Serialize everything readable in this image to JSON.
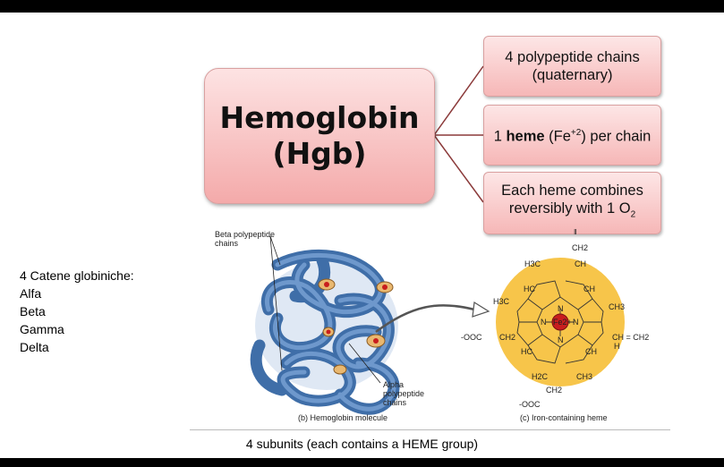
{
  "main": {
    "title_line1": "Hemoglobin",
    "title_line2": "(Hgb)"
  },
  "boxes": {
    "box1_line1": "4 polypeptide chains",
    "box1_line2": "(quaternary)",
    "box2_pre": "1 ",
    "box2_bold": "heme",
    "box2_mid": " (Fe",
    "box2_sup": "+2",
    "box2_post": ") per chain",
    "box3_line1": "Each heme combines",
    "box3_line2_pre": "reversibly with 1 O",
    "box3_sub": "2"
  },
  "left_list": {
    "heading": "4 Catene globiniche:",
    "items": [
      "Alfa",
      "Beta",
      "Gamma",
      "Delta"
    ]
  },
  "figure": {
    "beta_label_line1": "Beta polypeptide",
    "beta_label_line2": "chains",
    "alpha_label_line1": "Alpha",
    "alpha_label_line2": "polypeptide",
    "alpha_label_line3": "chains",
    "caption_b": "(b) Hemoglobin molecule",
    "caption_c": "(c) Iron-containing heme",
    "heme_labels": {
      "ch2_top": "CH2",
      "h3c_top": "H3C",
      "ch_top": "CH",
      "hc_left": "HC",
      "ch_right": "CH",
      "h3c_left": "H3C",
      "ch3_right": "CH3",
      "fe": "Fe2+",
      "n": "N",
      "ooc_left": "-OOC",
      "ch2_left": "CH2",
      "ch_eq_ch2": "CH = CH2",
      "h_right": "H",
      "hc_lower": "HC",
      "ch_lower": "CH",
      "h2c_bottom": "H2C",
      "ch3_bottom": "CH3",
      "ch2_bottom": "CH2",
      "ooc_bottom": "-OOC"
    }
  },
  "bottom_caption": "4 subunits (each contains a HEME group)",
  "colors": {
    "box_fill": "#f6b7b7",
    "box_border": "#d9a0a0",
    "connector": "#8b3a3a",
    "heme_disc": "#f7c54a",
    "iron": "#c81e1e",
    "protein": "#5a86c0"
  }
}
